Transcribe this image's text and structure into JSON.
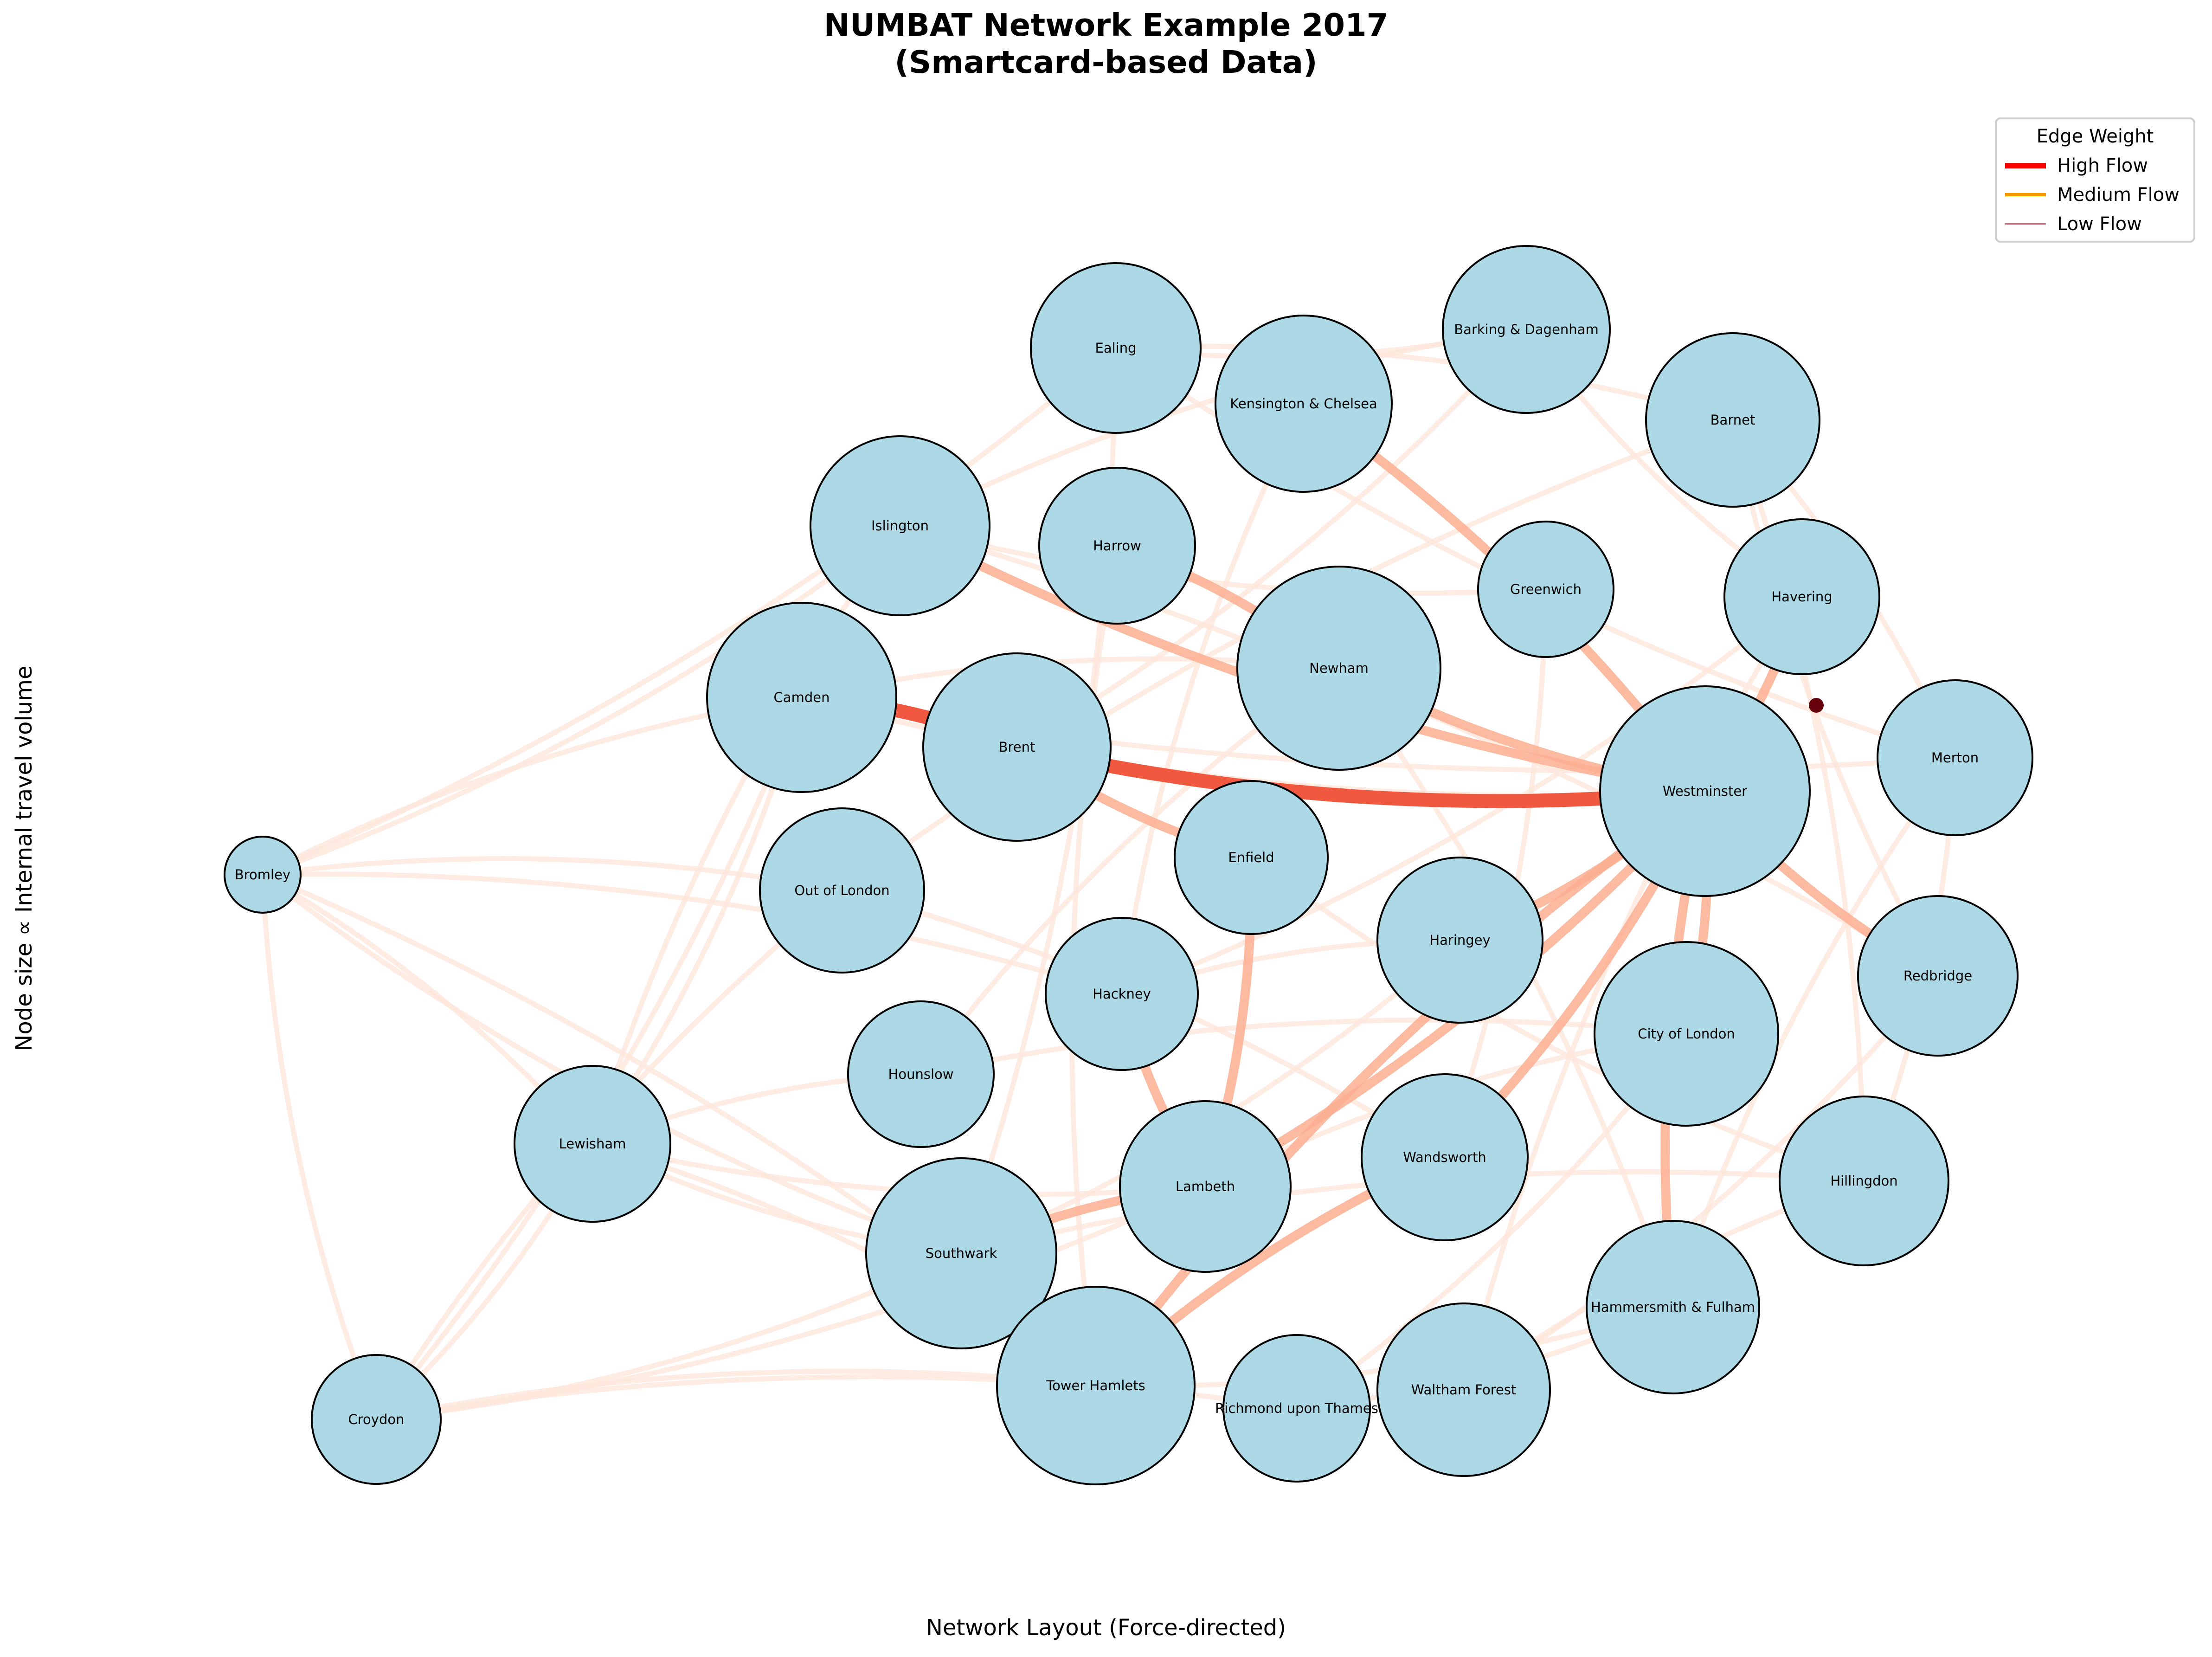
{
  "title_line1": "NUMBAT Network Example 2017",
  "title_line2": "(Smartcard-based Data)",
  "xlabel": "Network Layout (Force-directed)",
  "ylabel": "Node size ∝ Internal travel volume",
  "legend": {
    "title": "Edge Weight",
    "items": [
      {
        "label": "High Flow",
        "color": "#ff0000"
      },
      {
        "label": "Medium Flow",
        "color": "#ff9900"
      },
      {
        "label": "Low Flow",
        "color": "#e06070"
      }
    ]
  },
  "colors": {
    "node_fill": "#add8e6",
    "node_stroke": "#000000",
    "edge_light": "#fee7dc",
    "edge_mid": "#fcae91",
    "edge_strong": "#f0583f",
    "edge_darkest": "#67000d"
  },
  "nodes": [
    {
      "id": "Ealing",
      "label": "Ealing"
    },
    {
      "id": "Barking",
      "label": "Barking & Dagenham"
    },
    {
      "id": "Kensington",
      "label": "Kensington & Chelsea"
    },
    {
      "id": "Barnet",
      "label": "Barnet"
    },
    {
      "id": "Islington",
      "label": "Islington"
    },
    {
      "id": "Harrow",
      "label": "Harrow"
    },
    {
      "id": "Greenwich",
      "label": "Greenwich"
    },
    {
      "id": "Havering",
      "label": "Havering"
    },
    {
      "id": "Newham",
      "label": "Newham"
    },
    {
      "id": "Camden",
      "label": "Camden"
    },
    {
      "id": "Brent",
      "label": "Brent"
    },
    {
      "id": "Westminster",
      "label": "Westminster"
    },
    {
      "id": "Merton",
      "label": "Merton"
    },
    {
      "id": "Bromley",
      "label": "Bromley"
    },
    {
      "id": "OutOfLondon",
      "label": "Out of London"
    },
    {
      "id": "Enfield",
      "label": "Enfield"
    },
    {
      "id": "Haringey",
      "label": "Haringey"
    },
    {
      "id": "Redbridge",
      "label": "Redbridge"
    },
    {
      "id": "Hackney",
      "label": "Hackney"
    },
    {
      "id": "CityOfLondon",
      "label": "City of London"
    },
    {
      "id": "Hounslow",
      "label": "Hounslow"
    },
    {
      "id": "Lewisham",
      "label": "Lewisham"
    },
    {
      "id": "Wandsworth",
      "label": "Wandsworth"
    },
    {
      "id": "Hillingdon",
      "label": "Hillingdon"
    },
    {
      "id": "Lambeth",
      "label": "Lambeth"
    },
    {
      "id": "Southwark",
      "label": "Southwark"
    },
    {
      "id": "Hammersmith",
      "label": "Hammersmith & Fulham"
    },
    {
      "id": "TowerHamlets",
      "label": "Tower Hamlets"
    },
    {
      "id": "Richmond",
      "label": "Richmond upon Thames"
    },
    {
      "id": "WalthamForest",
      "label": "Waltham Forest"
    },
    {
      "id": "Croydon",
      "label": "Croydon"
    }
  ],
  "edges": [
    {
      "from": "Brent",
      "to": "Westminster",
      "weight": "high"
    },
    {
      "from": "Camden",
      "to": "Brent",
      "weight": "high"
    },
    {
      "from": "Westminster",
      "to": "Lambeth",
      "weight": "medium"
    },
    {
      "from": "Westminster",
      "to": "Hammersmith",
      "weight": "medium"
    },
    {
      "from": "Westminster",
      "to": "CityOfLondon",
      "weight": "medium"
    },
    {
      "from": "Islington",
      "to": "Westminster",
      "weight": "medium"
    },
    {
      "from": "Kensington",
      "to": "Westminster",
      "weight": "medium"
    },
    {
      "from": "Newham",
      "to": "Westminster",
      "weight": "medium"
    },
    {
      "from": "Harrow",
      "to": "Newham",
      "weight": "medium"
    },
    {
      "from": "Westminster",
      "to": "Redbridge",
      "weight": "medium"
    },
    {
      "from": "Westminster",
      "to": "Haringey",
      "weight": "medium"
    },
    {
      "from": "Lambeth",
      "to": "Southwark",
      "weight": "medium"
    },
    {
      "from": "TowerHamlets",
      "to": "Wandsworth",
      "weight": "medium"
    },
    {
      "from": "Westminster",
      "to": "TowerHamlets",
      "weight": "medium"
    },
    {
      "from": "Westminster",
      "to": "Wandsworth",
      "weight": "medium"
    },
    {
      "from": "Brent",
      "to": "Enfield",
      "weight": "medium"
    },
    {
      "from": "Enfield",
      "to": "Lambeth",
      "weight": "medium"
    },
    {
      "from": "Hackney",
      "to": "Lambeth",
      "weight": "medium"
    },
    {
      "from": "Havering",
      "to": "Westminster",
      "weight": "medium"
    },
    {
      "from": "Lewisham",
      "to": "Southwark",
      "weight": "low"
    },
    {
      "from": "Lewisham",
      "to": "TowerHamlets",
      "weight": "low"
    },
    {
      "from": "Lewisham",
      "to": "Lambeth",
      "weight": "low"
    },
    {
      "from": "Lewisham",
      "to": "Islington",
      "weight": "low"
    },
    {
      "from": "Lewisham",
      "to": "Camden",
      "weight": "low"
    },
    {
      "from": "Lewisham",
      "to": "Hounslow",
      "weight": "low"
    },
    {
      "from": "Croydon",
      "to": "Southwark",
      "weight": "low"
    },
    {
      "from": "Croydon",
      "to": "TowerHamlets",
      "weight": "low"
    },
    {
      "from": "Croydon",
      "to": "Lambeth",
      "weight": "low"
    },
    {
      "from": "Croydon",
      "to": "OutOfLondon",
      "weight": "low"
    },
    {
      "from": "Croydon",
      "to": "Camden",
      "weight": "low"
    },
    {
      "from": "Croydon",
      "to": "Richmond",
      "weight": "low"
    },
    {
      "from": "Croydon",
      "to": "Lewisham",
      "weight": "low"
    },
    {
      "from": "Bromley",
      "to": "Camden",
      "weight": "low"
    },
    {
      "from": "Bromley",
      "to": "Islington",
      "weight": "low"
    },
    {
      "from": "Bromley",
      "to": "OutOfLondon",
      "weight": "low"
    },
    {
      "from": "Bromley",
      "to": "Southwark",
      "weight": "low"
    },
    {
      "from": "Bromley",
      "to": "TowerHamlets",
      "weight": "low"
    },
    {
      "from": "Bromley",
      "to": "Croydon",
      "weight": "low"
    },
    {
      "from": "Bromley",
      "to": "Lewisham",
      "weight": "low"
    },
    {
      "from": "Bromley",
      "to": "Ealing",
      "weight": "low"
    },
    {
      "from": "Bromley",
      "to": "Hackney",
      "weight": "low"
    },
    {
      "from": "Ealing",
      "to": "Barking",
      "weight": "low"
    },
    {
      "from": "Ealing",
      "to": "Barnet",
      "weight": "low"
    },
    {
      "from": "Ealing",
      "to": "Merton",
      "weight": "low"
    },
    {
      "from": "Islington",
      "to": "Barking",
      "weight": "low"
    },
    {
      "from": "Islington",
      "to": "Greenwich",
      "weight": "low"
    },
    {
      "from": "Camden",
      "to": "Newham",
      "weight": "low"
    },
    {
      "from": "Camden",
      "to": "Westminster",
      "weight": "low"
    },
    {
      "from": "Barnet",
      "to": "Merton",
      "weight": "low"
    },
    {
      "from": "Barnet",
      "to": "Redbridge",
      "weight": "low"
    },
    {
      "from": "Barnet",
      "to": "Hillingdon",
      "weight": "low"
    },
    {
      "from": "Barking",
      "to": "Havering",
      "weight": "low"
    },
    {
      "from": "Merton",
      "to": "Hillingdon",
      "weight": "low"
    },
    {
      "from": "Merton",
      "to": "Hammersmith",
      "weight": "low"
    },
    {
      "from": "Redbridge",
      "to": "WalthamForest",
      "weight": "low"
    },
    {
      "from": "Hillingdon",
      "to": "WalthamForest",
      "weight": "low"
    },
    {
      "from": "CityOfLondon",
      "to": "Richmond",
      "weight": "low"
    },
    {
      "from": "CityOfLondon",
      "to": "Lambeth",
      "weight": "low"
    },
    {
      "from": "Haringey",
      "to": "Southwark",
      "weight": "low"
    },
    {
      "from": "Haringey",
      "to": "Hackney",
      "weight": "low"
    },
    {
      "from": "Greenwich",
      "to": "Wandsworth",
      "weight": "low"
    },
    {
      "from": "Newham",
      "to": "Hounslow",
      "weight": "low"
    },
    {
      "from": "Newham",
      "to": "Hammersmith",
      "weight": "low"
    },
    {
      "from": "Kensington",
      "to": "Hackney",
      "weight": "low"
    },
    {
      "from": "Ealing",
      "to": "Southwark",
      "weight": "low"
    },
    {
      "from": "Harrow",
      "to": "TowerHamlets",
      "weight": "low"
    },
    {
      "from": "OutOfLondon",
      "to": "Wandsworth",
      "weight": "low"
    },
    {
      "from": "Enfield",
      "to": "Hillingdon",
      "weight": "low"
    },
    {
      "from": "WalthamForest",
      "to": "Havering",
      "weight": "low"
    },
    {
      "from": "Richmond",
      "to": "Hammersmith",
      "weight": "low"
    },
    {
      "from": "Hounslow",
      "to": "CityOfLondon",
      "weight": "low"
    },
    {
      "from": "Brent",
      "to": "Barking",
      "weight": "low"
    },
    {
      "from": "Islington",
      "to": "Redbridge",
      "weight": "low"
    },
    {
      "from": "Camden",
      "to": "Merton",
      "weight": "low"
    },
    {
      "from": "OutOfLondon",
      "to": "Barnet",
      "weight": "low"
    },
    {
      "from": "Hackney",
      "to": "Havering",
      "weight": "low"
    },
    {
      "from": "Southwark",
      "to": "Hillingdon",
      "weight": "low"
    },
    {
      "from": "TowerHamlets",
      "to": "Hammersmith",
      "weight": "low"
    }
  ]
}
